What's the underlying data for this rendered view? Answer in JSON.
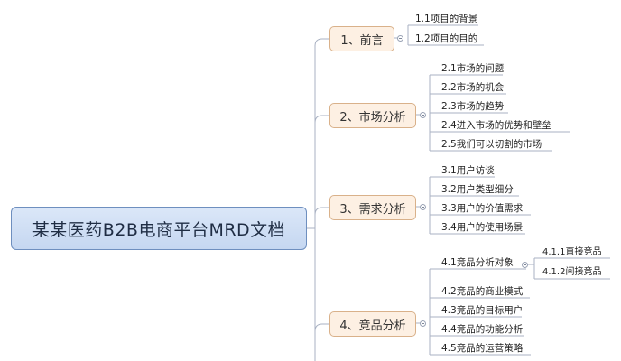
{
  "root": {
    "label": "某某医药B2B电商平台MRD文档"
  },
  "topics": [
    {
      "label": "1、前言",
      "children": [
        {
          "label": "1.1项目的背景"
        },
        {
          "label": "1.2项目的目的"
        }
      ]
    },
    {
      "label": "2、市场分析",
      "children": [
        {
          "label": "2.1市场的问题"
        },
        {
          "label": "2.2市场的机会"
        },
        {
          "label": "2.3市场的趋势"
        },
        {
          "label": "2.4进入市场的优势和壁垒"
        },
        {
          "label": "2.5我们可以切割的市场"
        }
      ]
    },
    {
      "label": "3、需求分析",
      "children": [
        {
          "label": "3.1用户访谈"
        },
        {
          "label": "3.2用户类型细分"
        },
        {
          "label": "3.3用户的价值需求"
        },
        {
          "label": "3.4用户的使用场景"
        }
      ]
    },
    {
      "label": "4、竞品分析",
      "children": [
        {
          "label": "4.1竞品分析对象",
          "children": [
            {
              "label": "4.1.1直接竞品"
            },
            {
              "label": "4.1.2间接竞品"
            }
          ]
        },
        {
          "label": "4.2竞品的商业模式"
        },
        {
          "label": "4.3竞品的目标用户"
        },
        {
          "label": "4.4竞品的功能分析"
        },
        {
          "label": "4.5竞品的运营策略"
        }
      ]
    }
  ],
  "colors": {
    "root_fill": "#c9daf2",
    "root_border": "#6e8fbf",
    "topic_fill": "#fdf0e3",
    "topic_border": "#d9b18a",
    "line": "#aab2c3"
  }
}
